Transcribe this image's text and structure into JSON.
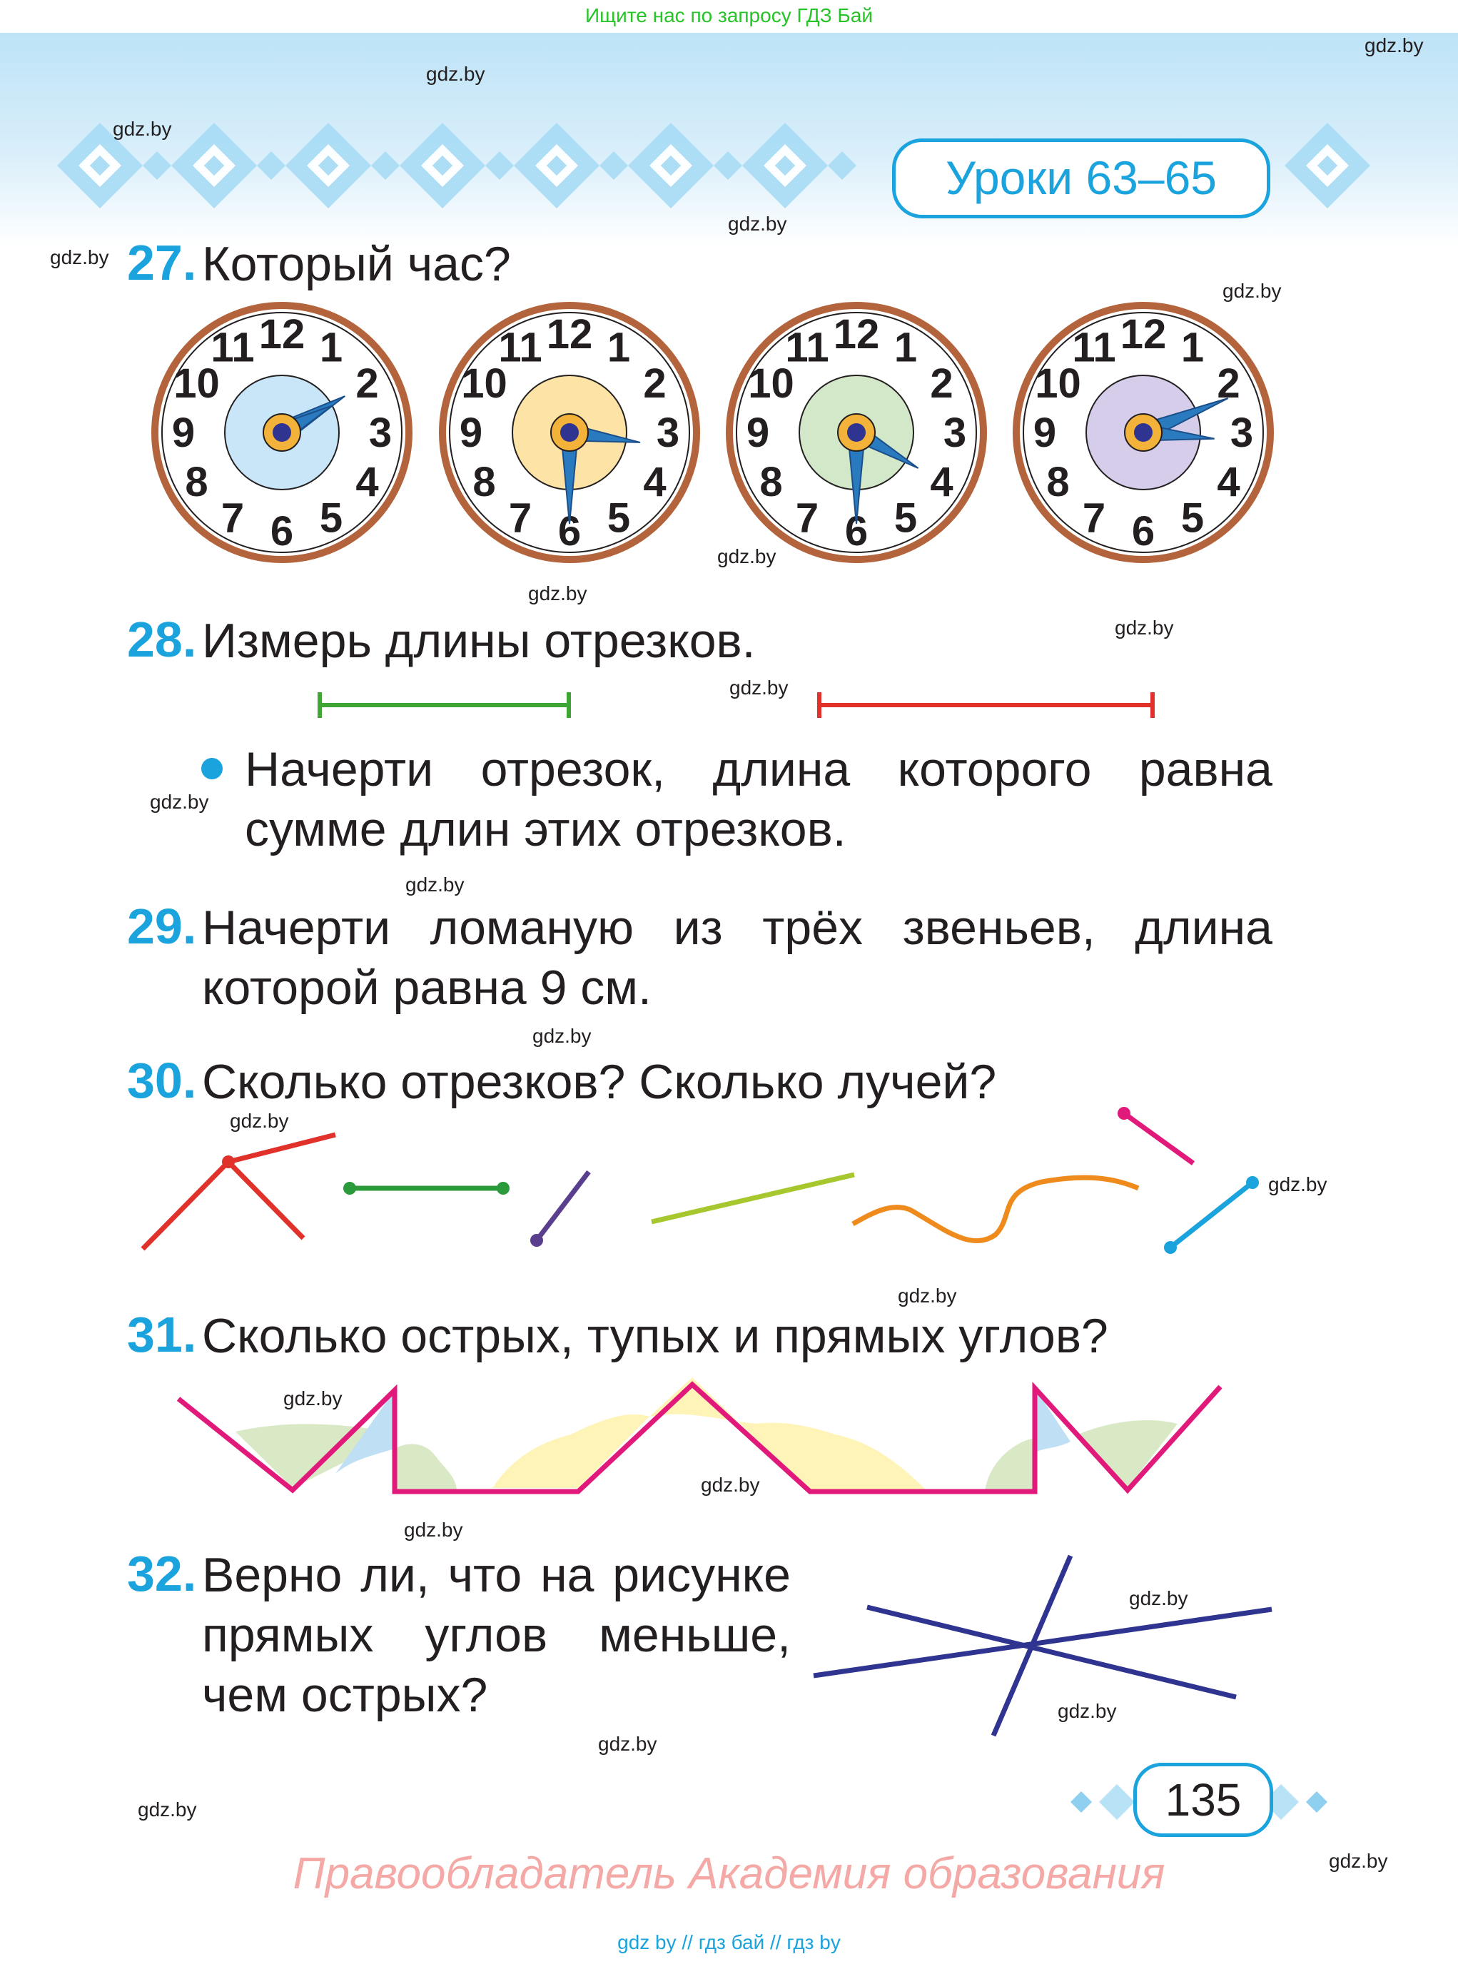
{
  "top_banner": "Ищите нас по запросу ГДЗ Бай",
  "lesson_label": "Уроки 63–65",
  "watermark": "gdz.by",
  "tasks": {
    "t27": {
      "number": "27.",
      "text": "Который час?"
    },
    "t28": {
      "number": "28.",
      "text": "Измерь длины отрезков.",
      "bullet_text": "Начерти отрезок, длина которого равна сумме длин этих отрезков."
    },
    "t29": {
      "number": "29.",
      "text": "Начерти ломаную из трёх звеньев, длина которой равна 9 см."
    },
    "t30": {
      "number": "30.",
      "text": "Сколько отрезков? Сколько лучей?"
    },
    "t31": {
      "number": "31.",
      "text": "Сколько острых, тупых и прямых углов?"
    },
    "t32": {
      "number": "32.",
      "text": "Верно ли, что на рисунке прямых углов меньше, чем острых?"
    }
  },
  "clocks": [
    {
      "face_color": "#c9e6f8",
      "numerals": [
        "12",
        "1",
        "2",
        "3",
        "4",
        "5",
        "6",
        "7",
        "8",
        "9",
        "10",
        "11"
      ]
    },
    {
      "face_color": "#fde4a6",
      "numerals": [
        "12",
        "1",
        "2",
        "3",
        "4",
        "5",
        "6",
        "7",
        "8",
        "9",
        "10",
        "11"
      ]
    },
    {
      "face_color": "#d3e8c9",
      "numerals": [
        "12",
        "1",
        "2",
        "3",
        "4",
        "5",
        "6",
        "7",
        "8",
        "9",
        "10",
        "11"
      ]
    },
    {
      "face_color": "#d6cdeb",
      "numerals": [
        "12",
        "1",
        "2",
        "3",
        "4",
        "5",
        "6",
        "7",
        "8",
        "9",
        "10",
        "11"
      ]
    }
  ],
  "page_number": "135",
  "copyright": "Правообладатель Академия образования",
  "footer": "gdz by  //  гдз бай  //  гдз by",
  "colors": {
    "accent": "#1aa3dc",
    "text": "#231f20",
    "copyright": "#f4a9a6",
    "banner": "#27c427"
  }
}
